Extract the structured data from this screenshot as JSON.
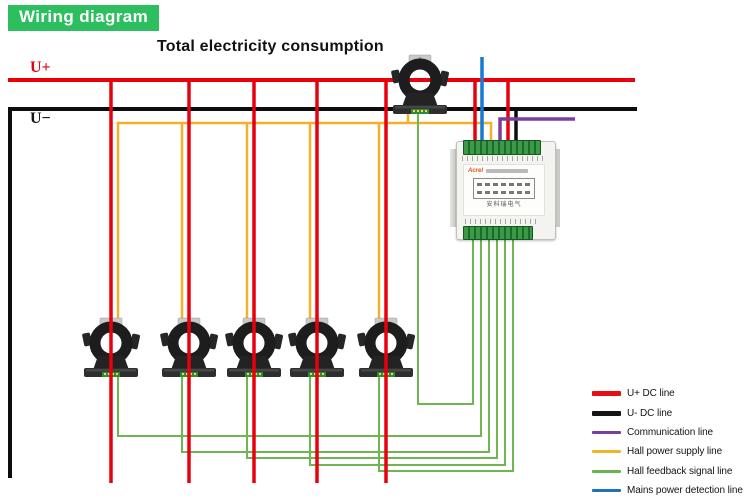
{
  "banner": {
    "label": "Wiring diagram",
    "bg_color": "#2dbe60",
    "text_color": "#ffffff"
  },
  "title": "Total electricity consumption",
  "bus_labels": {
    "u_plus": "U+",
    "u_minus": "U−"
  },
  "device": {
    "brand": "Acrel",
    "footer": "安科瑞电气"
  },
  "legend": [
    {
      "label": "U+ DC line",
      "color": "#e60d14",
      "thick": true
    },
    {
      "label": "U- DC line",
      "color": "#141414",
      "thick": true
    },
    {
      "label": "Communication line",
      "color": "#7b3f9b",
      "thick": false
    },
    {
      "label": "Hall power supply line",
      "color": "#f0b428",
      "thick": false
    },
    {
      "label": "Hall feedback signal line",
      "color": "#6ab34f",
      "thick": false
    },
    {
      "label": "Mains power detection line",
      "color": "#1f72b8",
      "thick": false
    }
  ],
  "wire_colors": {
    "u_plus_dc": "#e8000d",
    "u_minus_dc": "#0d0d0d",
    "communication": "#7b3f9b",
    "hall_power_supply": "#f4b02a",
    "hall_feedback_signal": "#6fb551",
    "mains_power_detection": "#1a78cf"
  },
  "sensors": {
    "main_line_count": 1,
    "branch_line_count": 5
  }
}
